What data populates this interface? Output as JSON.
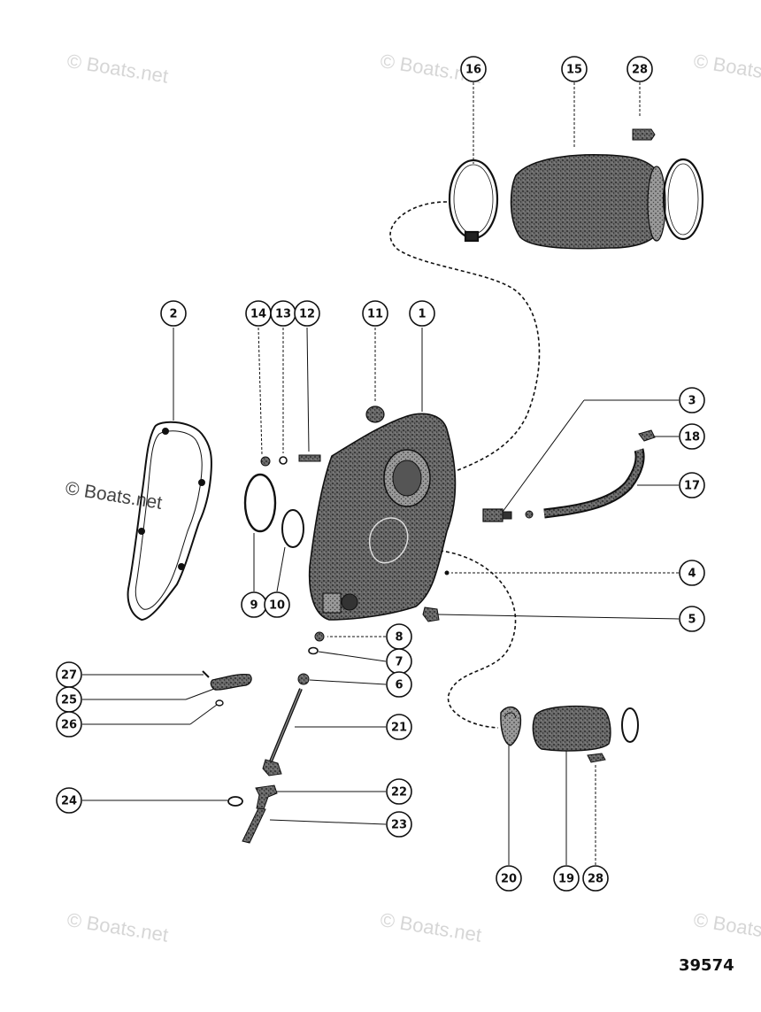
{
  "watermarks": [
    "© Boats.net",
    "© Boats.net",
    "© Boats",
    "© Boats.net",
    "© Boats.net",
    "© Boats.net",
    "© Boats"
  ],
  "catalog_number": "39574",
  "callouts": [
    {
      "id": "c16",
      "num": "16"
    },
    {
      "id": "c15",
      "num": "15"
    },
    {
      "id": "c28a",
      "num": "28"
    },
    {
      "id": "c2",
      "num": "2"
    },
    {
      "id": "c14",
      "num": "14"
    },
    {
      "id": "c13",
      "num": "13"
    },
    {
      "id": "c12",
      "num": "12"
    },
    {
      "id": "c11",
      "num": "11"
    },
    {
      "id": "c1",
      "num": "1"
    },
    {
      "id": "c3",
      "num": "3"
    },
    {
      "id": "c18",
      "num": "18"
    },
    {
      "id": "c17",
      "num": "17"
    },
    {
      "id": "c4",
      "num": "4"
    },
    {
      "id": "c5",
      "num": "5"
    },
    {
      "id": "c9",
      "num": "9"
    },
    {
      "id": "c10",
      "num": "10"
    },
    {
      "id": "c8",
      "num": "8"
    },
    {
      "id": "c7",
      "num": "7"
    },
    {
      "id": "c6",
      "num": "6"
    },
    {
      "id": "c27",
      "num": "27"
    },
    {
      "id": "c25",
      "num": "25"
    },
    {
      "id": "c26",
      "num": "26"
    },
    {
      "id": "c21",
      "num": "21"
    },
    {
      "id": "c24",
      "num": "24"
    },
    {
      "id": "c22",
      "num": "22"
    },
    {
      "id": "c23",
      "num": "23"
    },
    {
      "id": "c20",
      "num": "20"
    },
    {
      "id": "c19",
      "num": "19"
    },
    {
      "id": "c28b",
      "num": "28"
    }
  ]
}
